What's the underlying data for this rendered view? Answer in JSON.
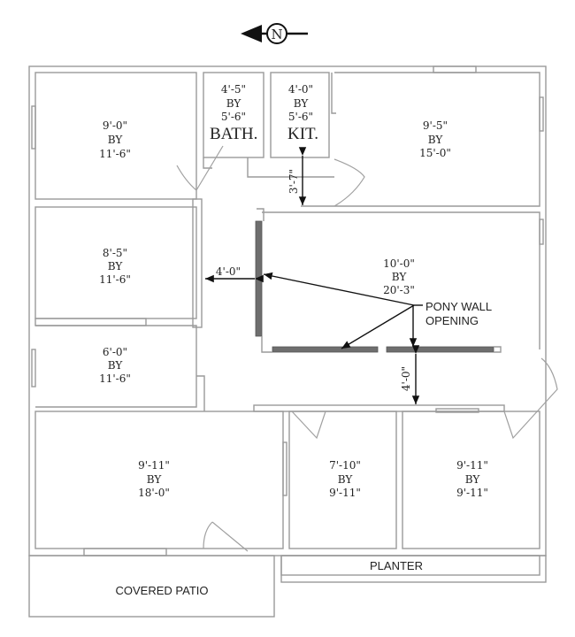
{
  "north_arrow": {
    "label": "N"
  },
  "rooms": [
    {
      "id": "bedroom-nw",
      "w": "9'-0\"",
      "by": "BY",
      "l": "11'-6\""
    },
    {
      "id": "bath",
      "w": "4'-5\"",
      "by": "BY",
      "l": "5'-6\"",
      "name": "BATH."
    },
    {
      "id": "kitchen",
      "w": "4'-0\"",
      "by": "BY",
      "l": "5'-6\"",
      "name": "KIT."
    },
    {
      "id": "room-ne",
      "w": "9'-5\"",
      "by": "BY",
      "l": "15'-0\""
    },
    {
      "id": "bedroom-w",
      "w": "8'-5\"",
      "by": "BY",
      "l": "11'-6\""
    },
    {
      "id": "living",
      "w": "10'-0\"",
      "by": "BY",
      "l": "20'-3\""
    },
    {
      "id": "room-sw-small",
      "w": "6'-0\"",
      "by": "BY",
      "l": "11'-6\""
    },
    {
      "id": "room-sw",
      "w": "9'-11\"",
      "by": "BY",
      "l": "18'-0\""
    },
    {
      "id": "room-s-mid",
      "w": "7'-10\"",
      "by": "BY",
      "l": "9'-11\""
    },
    {
      "id": "room-se",
      "w": "9'-11\"",
      "by": "BY",
      "l": "9'-11\""
    }
  ],
  "dimensions": {
    "hall_width": "4'-0\"",
    "entry_depth": "3'-7\"",
    "corridor_width": "4'-0\""
  },
  "annotations": {
    "pony_wall_line1": "PONY WALL",
    "pony_wall_line2": "OPENING",
    "planter": "PLANTER",
    "covered_patio": "COVERED PATIO"
  }
}
